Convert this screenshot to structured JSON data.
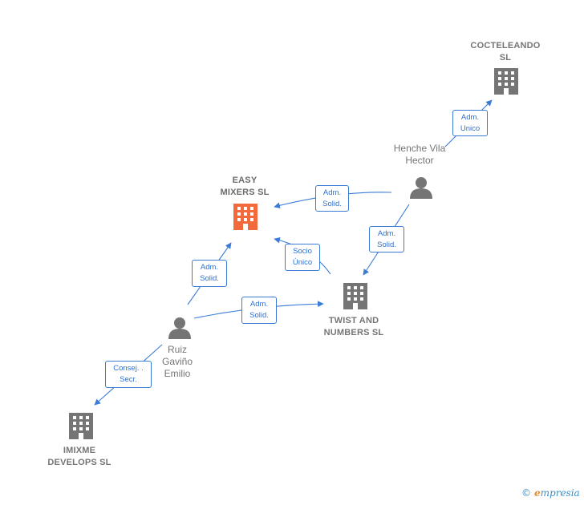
{
  "nodes": {
    "cocteleando": {
      "label": "COCTELEANDO\nSL",
      "icon": "building-icon",
      "color": "#757575"
    },
    "easy_mixers": {
      "label": "EASY\nMIXERS  SL",
      "icon": "building-icon",
      "color": "#f26a3b"
    },
    "twist": {
      "label": "TWIST AND\nNUMBERS  SL",
      "icon": "building-icon",
      "color": "#757575"
    },
    "imixme": {
      "label": "IMIXME\nDEVELOPS SL",
      "icon": "building-icon",
      "color": "#757575"
    },
    "henche": {
      "label": "Henche Vila\nHector",
      "icon": "person-icon",
      "color": "#757575"
    },
    "ruiz": {
      "label": "Ruiz\nGaviño\nEmilio",
      "icon": "person-icon",
      "color": "#757575"
    }
  },
  "edges": {
    "henche_cocteleando": "Adm.\nUnico",
    "henche_easy": "Adm.\nSolid.",
    "henche_twist": "Adm.\nSolid.",
    "twist_easy": "Socio\nÚnico",
    "ruiz_easy": "Adm.\nSolid.",
    "ruiz_twist": "Adm.\nSolid.",
    "ruiz_imixme": "Consej. .\nSecr."
  },
  "colors": {
    "edge": "#3a7bd5",
    "edge_text": "#2f6fd0",
    "node_text": "#757575",
    "focus": "#f26a3b"
  },
  "brand": {
    "copyright": "©",
    "e_letter": "e",
    "rest": "mpresia"
  }
}
